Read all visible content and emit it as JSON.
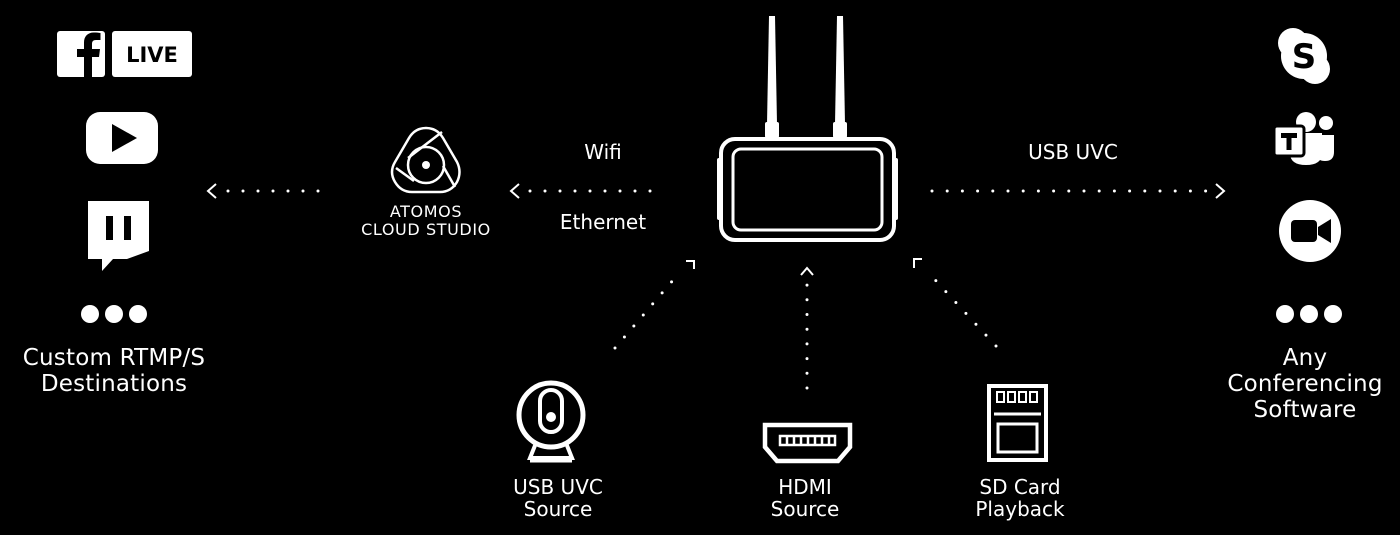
{
  "colors": {
    "background": "#000000",
    "foreground": "#ffffff"
  },
  "destinations": {
    "icons": [
      "facebook-live-icon",
      "youtube-icon",
      "twitch-icon",
      "more-dots-icon"
    ],
    "facebook_badge": "LIVE",
    "label_line1": "Custom RTMP/S",
    "label_line2": "Destinations"
  },
  "cloud": {
    "icon": "atomos-logo-icon",
    "label_line1": "ATOMOS",
    "label_line2": "CLOUD STUDIO"
  },
  "links": {
    "wifi": "Wifi",
    "ethernet": "Ethernet",
    "usb_uvc": "USB UVC"
  },
  "device": {
    "icon": "atomos-connect-device-icon"
  },
  "sources": [
    {
      "icon": "webcam-icon",
      "line1": "USB UVC",
      "line2": "Source"
    },
    {
      "icon": "hdmi-port-icon",
      "line1": "HDMI",
      "line2": "Source"
    },
    {
      "icon": "sd-card-icon",
      "line1": "SD Card",
      "line2": "Playback"
    }
  ],
  "conferencing": {
    "icons": [
      "skype-icon",
      "teams-icon",
      "zoom-icon",
      "more-dots-icon"
    ],
    "label_line1": "Any",
    "label_line2": "Conferencing",
    "label_line3": "Software"
  }
}
